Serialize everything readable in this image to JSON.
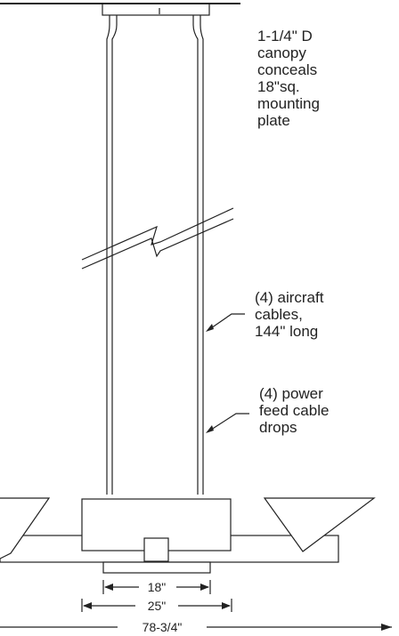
{
  "annotations": {
    "canopy_note": "1-1/4\" D\ncanopy\nconceals\n18\"sq.\nmounting\nplate",
    "cable_note": "(4) aircraft\ncables,\n144\" long",
    "feed_note": "(4) power\nfeed cable\ndrops"
  },
  "dimensions": {
    "body_width": "18\"",
    "base_width": "25\"",
    "overall_width": "78-3/4\""
  }
}
